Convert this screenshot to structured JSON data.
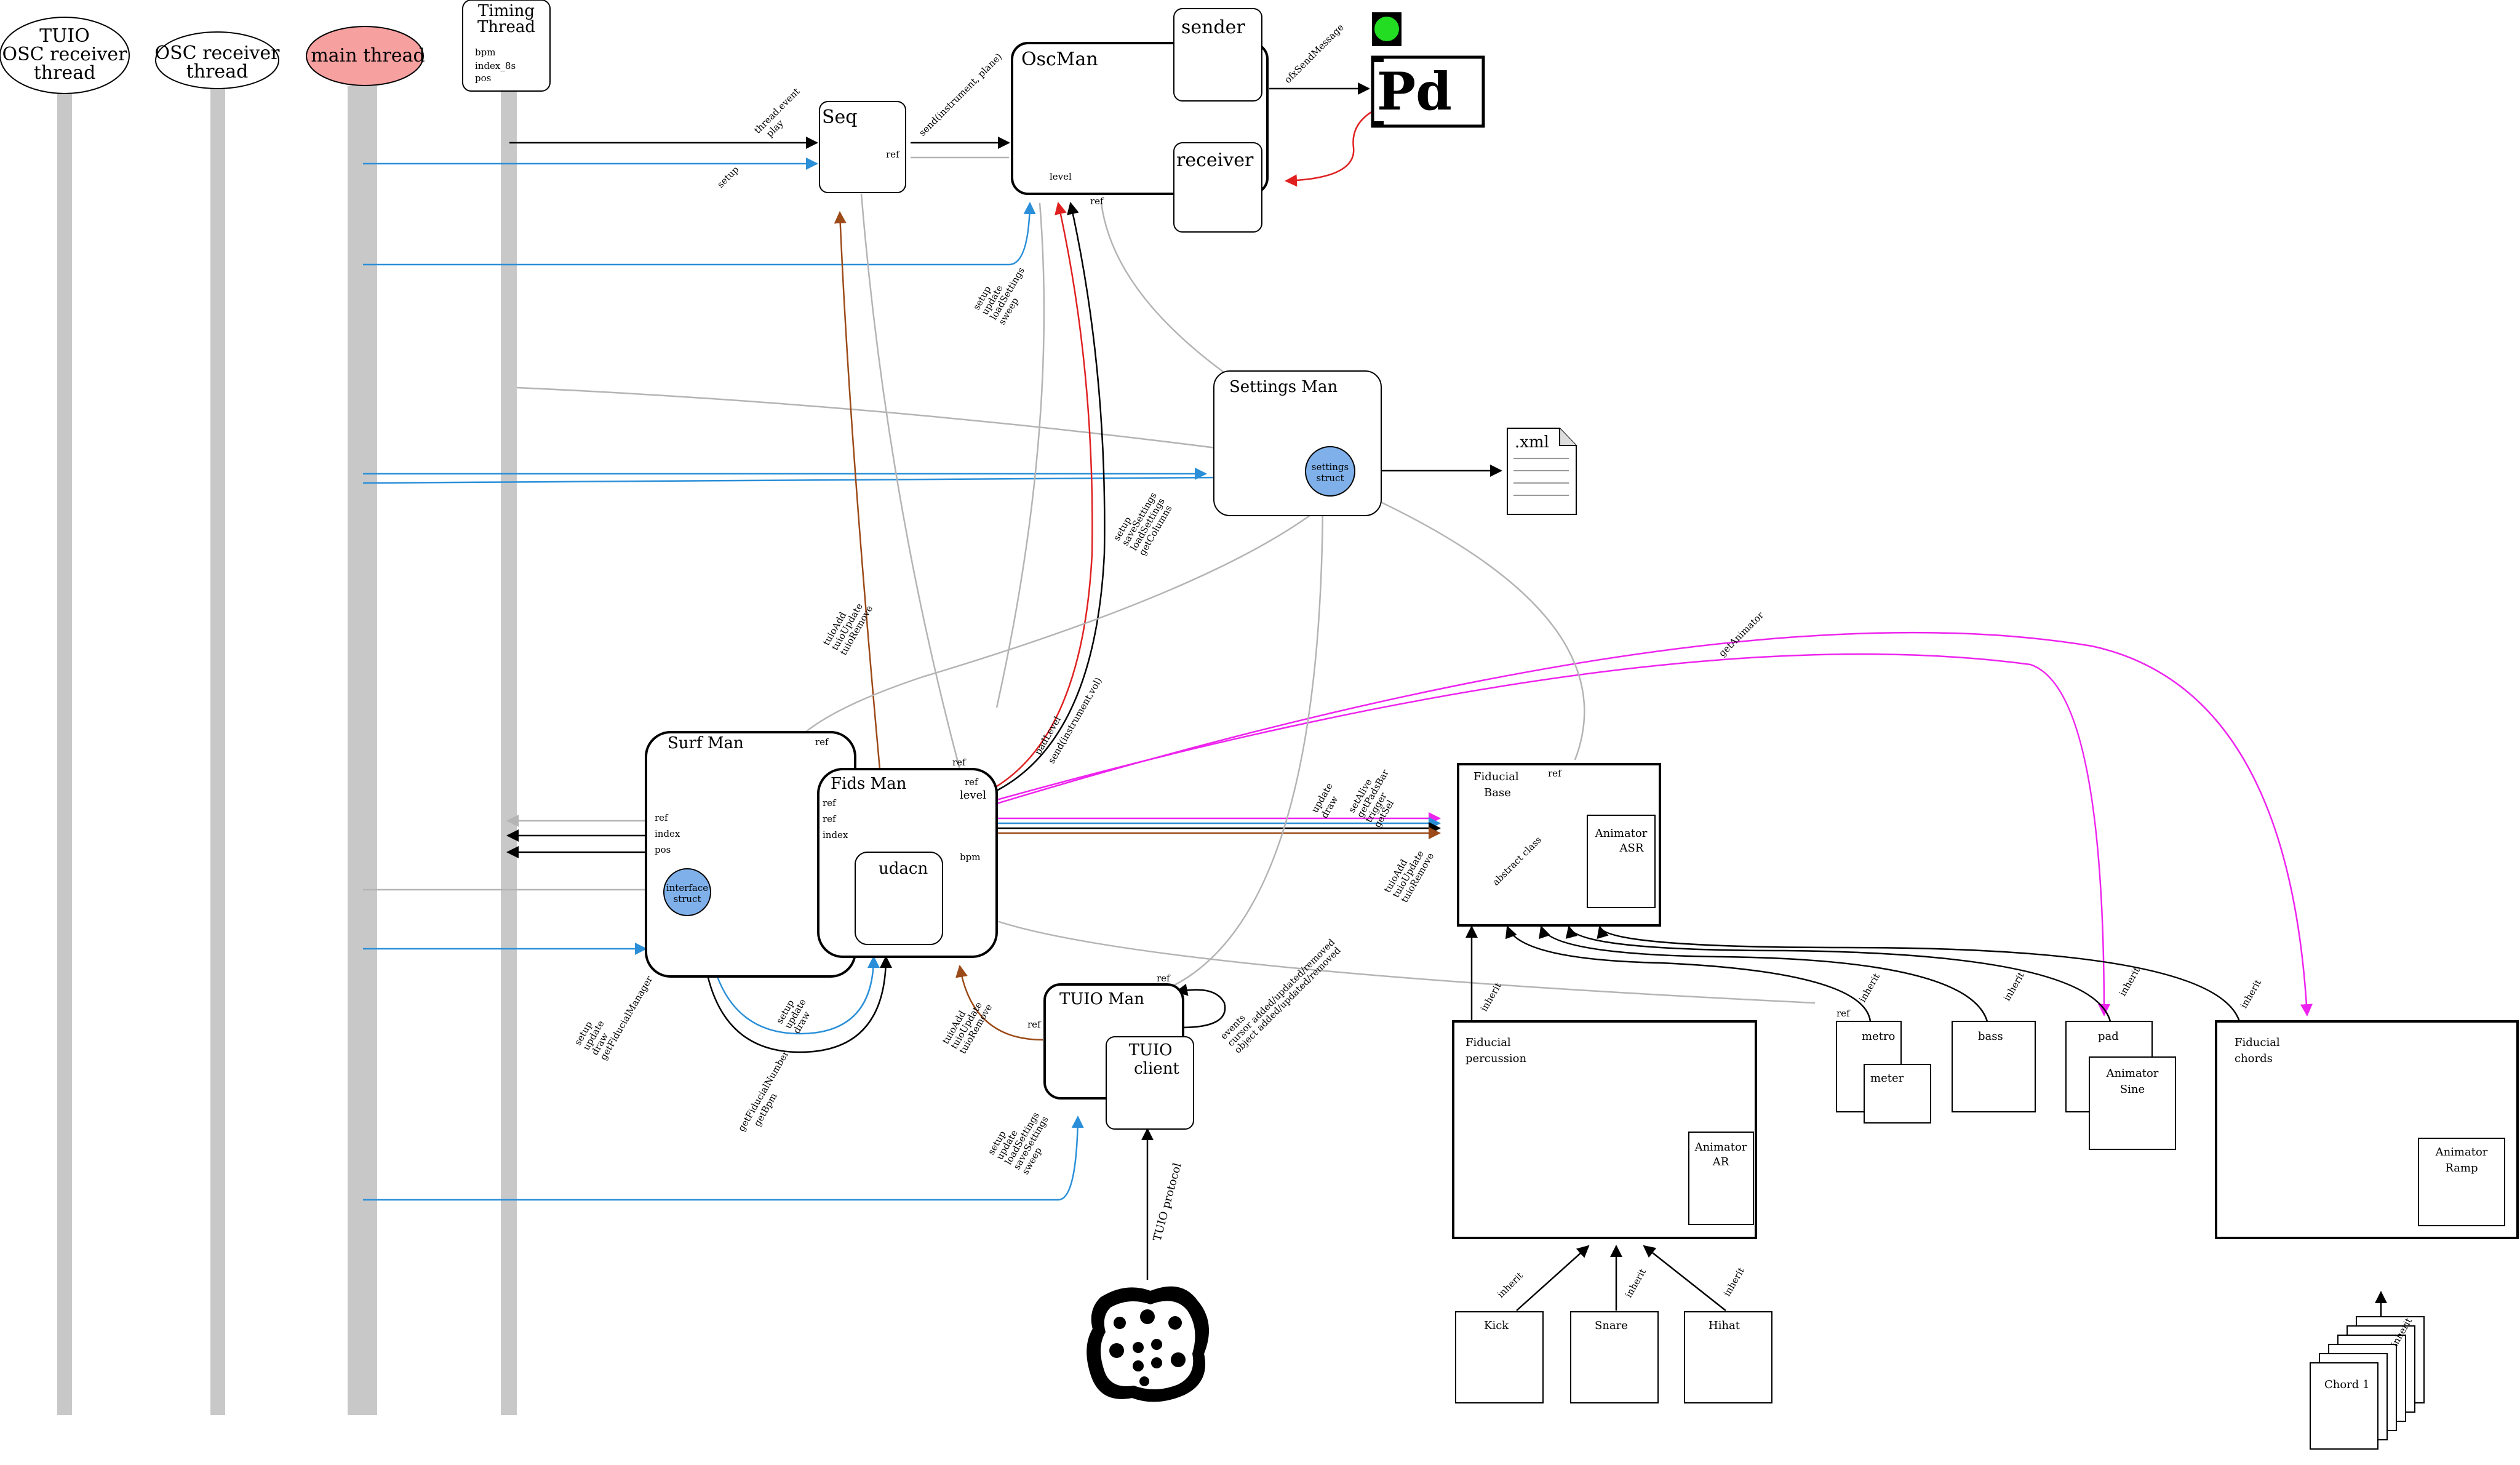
{
  "colors": {
    "blue": "#2a8fd8",
    "red": "#e02020",
    "brown": "#9c4a18",
    "magenta": "#ee22ee",
    "gray": "#b4b4b4",
    "lifeline": "#c8c8c8",
    "main_thread": "#f6a0a0",
    "struct_fill": "#7fb0ea",
    "pd_indicator": "#22dd22"
  },
  "threads": {
    "tuio": [
      "TUIO",
      "OSC receiver",
      "thread"
    ],
    "osc": [
      "OSC receiver",
      "thread"
    ],
    "main": "main thread",
    "timing": [
      "Timing",
      "Thread"
    ],
    "timing_fields": [
      "bpm",
      "index_8s",
      "pos"
    ]
  },
  "seq": {
    "title": "Seq",
    "ref": "ref"
  },
  "oscman": {
    "title": "OscMan",
    "level": "level",
    "ref": "ref"
  },
  "sender": "sender",
  "receiver": "receiver",
  "pd": {
    "label": "Pd",
    "icon": "puredata-icon"
  },
  "settings": {
    "title": "Settings Man",
    "struct": [
      "settings",
      "struct"
    ]
  },
  "xml": {
    "label": ".xml",
    "icon": "document-icon"
  },
  "surfman": {
    "title": "Surf Man",
    "ref_top": "ref",
    "fields": [
      "ref",
      "index",
      "pos"
    ],
    "struct": [
      "interface",
      "struct"
    ]
  },
  "fidsman": {
    "title": "Fids Man",
    "fields": [
      "ref",
      "ref",
      "index"
    ],
    "ref_right": "ref",
    "level": "level",
    "bpm": "bpm",
    "inner": "udacn",
    "ref_top": "ref"
  },
  "tuioman": {
    "title": "TUIO Man",
    "ref_top": "ref",
    "ref_left": "ref",
    "client": [
      "TUIO",
      "client"
    ]
  },
  "tuio_protocol": {
    "label": "TUIO protocol",
    "icon": "fiducial-marker-icon"
  },
  "fiducial_base": {
    "title": [
      "Fiducial",
      "Base"
    ],
    "ref": "ref",
    "abstract": "abstract class",
    "animator": [
      "Animator",
      "ASR"
    ]
  },
  "fiducial_percussion": {
    "title": [
      "Fiducial",
      "percussion"
    ],
    "animator": [
      "Animator",
      "AR"
    ]
  },
  "metro": {
    "title": "metro",
    "ref": "ref",
    "meter": "meter"
  },
  "bass": "bass",
  "pad": {
    "title": "pad",
    "animator": [
      "Animator",
      "Sine"
    ]
  },
  "fiducial_chords": {
    "title": [
      "Fiducial",
      "chords"
    ],
    "animator": [
      "Animator",
      "Ramp"
    ]
  },
  "drums": [
    "Kick",
    "Snare",
    "Hihat"
  ],
  "chord": "Chord 1",
  "inherit": "inherit",
  "labels": {
    "thread_event_play": [
      "thread.event",
      "play"
    ],
    "send_instrument_plane": "send(instrument, plane)",
    "ofx_send_message": "ofxSendMessage",
    "setup_seq": "setup",
    "setup_osc": [
      "setup",
      "update",
      "loadSettings",
      "sweep"
    ],
    "setup_settings": [
      "setup",
      "saveSettings",
      "loadSettings",
      "getColumns"
    ],
    "fids_to_seq": [
      "tuioAdd",
      "tuioUpdate",
      "tuioRemove"
    ],
    "pad_level": [
      "padLevel"
    ],
    "send_instrument_full": "send(instrument,vol)",
    "get_animator": "getAnimator",
    "update_draw": [
      "update",
      "draw"
    ],
    "set_alive": [
      "setAlive",
      "getPadsBar",
      "trigger",
      "getSel"
    ],
    "tuio_events_fb": [
      "tuioAdd",
      "tuioUpdate",
      "tuioRemove"
    ],
    "setup_surf": [
      "setup",
      "update",
      "draw",
      "getFiducialManager"
    ],
    "setup_fids": [
      "setup",
      "update",
      "draw"
    ],
    "get_fid_num": [
      "getFiducialNumber",
      "getBpm"
    ],
    "tuio_to_fids": [
      "tuioAdd",
      "tuioUpdate",
      "tuioRemove"
    ],
    "tuio_events": [
      "events",
      "cursor   added/updated/removed",
      "object  added/updated/removed"
    ],
    "setup_tuio": [
      "setup",
      "update",
      "loadSettings",
      "saveSettings",
      "sweep"
    ]
  }
}
